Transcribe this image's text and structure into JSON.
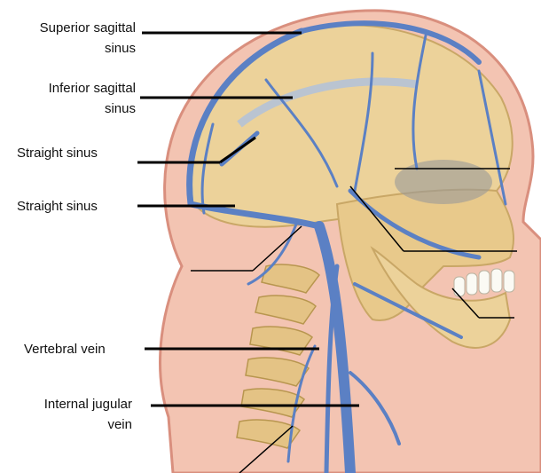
{
  "labels": {
    "superior_sagittal": [
      "Superior sagittal",
      "sinus"
    ],
    "inferior_sagittal": [
      "Inferior sagittal",
      "sinus"
    ],
    "straight_sinus_1": "Straight sinus",
    "straight_sinus_2": "Straight sinus",
    "vertebral_vein": "Vertebral vein",
    "internal_jugular": [
      "Internal jugular",
      "vein"
    ]
  },
  "colors": {
    "skin": "#f3c4b2",
    "skin_edge": "#d98f7e",
    "bone": "#ecd29a",
    "bone_shade": "#c9a766",
    "vein": "#5b80c4",
    "vein_dark": "#3e5f9f",
    "leader": "#000000"
  }
}
